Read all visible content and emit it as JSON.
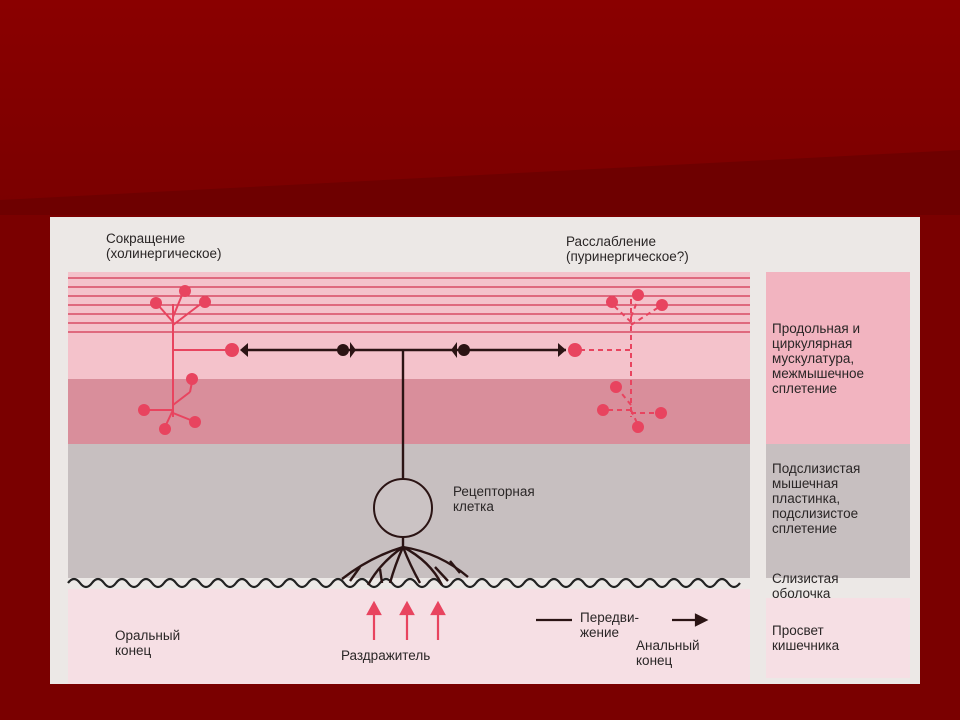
{
  "labels": {
    "contraction": "Сокращение\n(холинергическое)",
    "relaxation": "Расслабление\n(пуринергическое?)",
    "receptor": "Рецепторная\nклетка",
    "oral": "Оральный\nконец",
    "stimulus": "Раздражитель",
    "movement": "Передви-\nжение",
    "anal": "Анальный\nконец"
  },
  "layers": [
    {
      "label": "Продольная и\nциркулярная\nмускулатура,\nмежмышечное\nсплетение",
      "color": "#f2b4c0"
    },
    {
      "label": "Подслизистая\nмышечная\nпластинка,\nподслизистое\nсплетение",
      "color": "#c7bfc0"
    },
    {
      "label": "Слизистая\nоболочка",
      "color": "#ece8e6"
    },
    {
      "label": "Просвет\nкишечника",
      "color": "#f6dfe4"
    }
  ],
  "colors": {
    "background": "#7a0000",
    "muscle_light": "#f4c2cb",
    "muscle_dark": "#d98e9b",
    "submucosa": "#c7bfc0",
    "lumen": "#f6dfe4",
    "neuron_red": "#e8445f",
    "neuron_dark": "#2b1414"
  }
}
